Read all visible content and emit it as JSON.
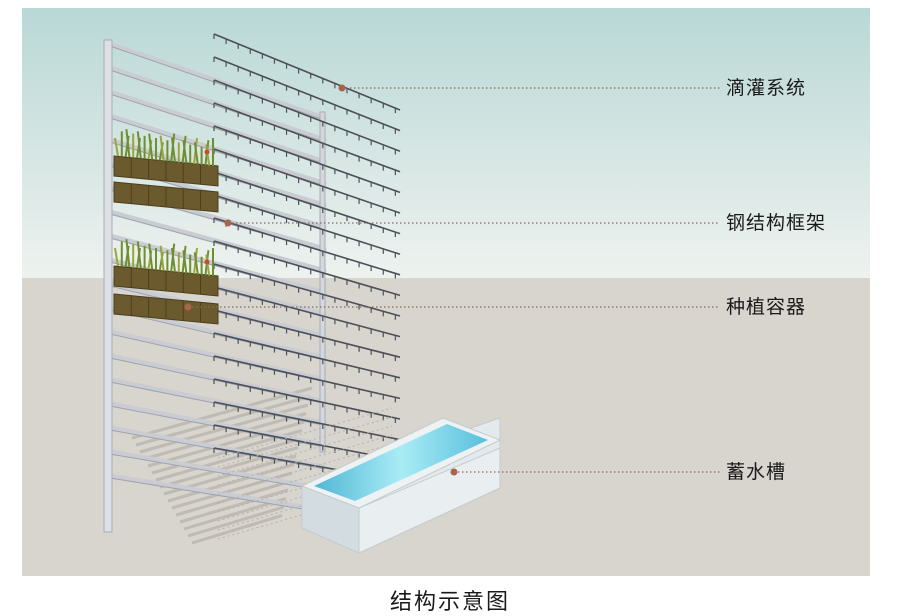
{
  "diagram": {
    "labels": [
      {
        "id": "drip",
        "text": "滴灌系统"
      },
      {
        "id": "frame",
        "text": "钢结构框架"
      },
      {
        "id": "planter",
        "text": "种植容器"
      },
      {
        "id": "tank",
        "text": "蓄水槽"
      }
    ],
    "caption": "结构示意图",
    "colors": {
      "sky_top": "#b9d8d6",
      "sky_bottom": "#eef2ef",
      "ground": "#d8d4ce",
      "frame": "#c9ccd2",
      "leader_line": "#8a6a5a",
      "leader_dot": "#a8654a",
      "planter_box": "#6b5a2e",
      "foliage": "#6f8f2e",
      "water": "#7fd3e6",
      "tank": "#dfe6ea"
    }
  }
}
